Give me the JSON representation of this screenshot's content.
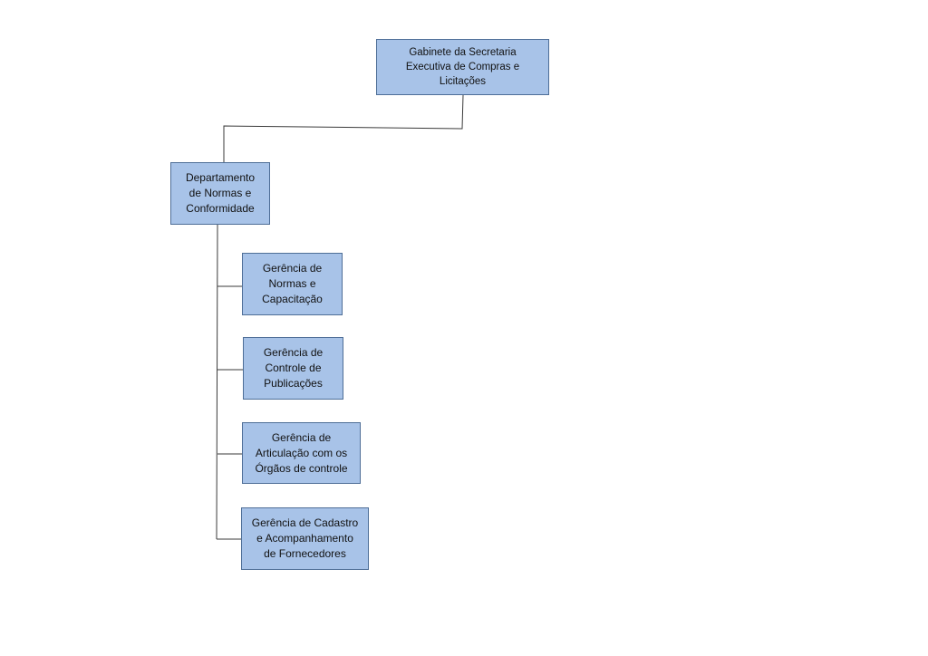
{
  "diagram": {
    "line_color": "#3a3a3a",
    "box_fill": "#a8c3e8",
    "box_border": "#4e6e97",
    "nodes": {
      "gabinete": "Gabinete da Secretaria\nExecutiva de Compras e\nLicitações",
      "departamento": "Departamento\nde Normas e\nConformidade",
      "gerencia_normas": "Gerência de\nNormas e\nCapacitação",
      "gerencia_publicacoes": "Gerência de\nControle de\nPublicações",
      "gerencia_articulacao": "Gerência de\nArticulação com os\nÓrgãos de controle",
      "gerencia_cadastro": "Gerência de Cadastro\ne Acompanhamento\nde Fornecedores"
    }
  }
}
